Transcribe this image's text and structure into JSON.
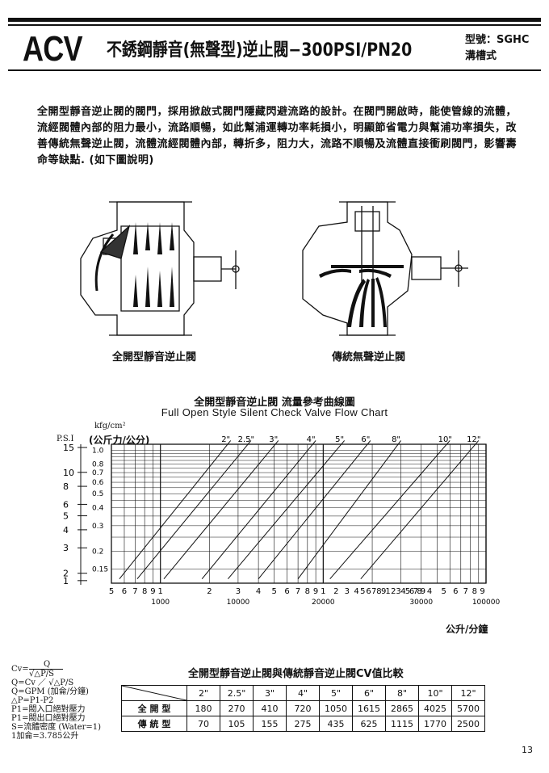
{
  "header": {
    "brand": "ACV",
    "title": "不銹鋼靜音(無聲型)逆止閥−300PSI/PN20",
    "model_line1": "型號：SGHC",
    "model_line2": "溝槽式"
  },
  "intro_text": "全開型靜音逆止閥的閥門，採用掀啟式閥門隱藏閃避流路的設計。在閥門開啟時，能使管線的流體，流經閥體內部的阻力最小，流路順暢，如此幫浦運轉功率耗損小，明顯節省電力與幫浦功率損失，改善傳統無聲逆止閥，流體流經閥體內部，轉折多，阻力大，流路不順暢及流體直接衝刷閥門，影響壽命等缺點. (如下圖說明)",
  "figures": {
    "left_caption": "全開型靜音逆止閥",
    "right_caption": "傳統無聲逆止閥"
  },
  "chart_title_cn": "全開型靜音逆止閥 流量參考曲線圖",
  "chart_data": {
    "type": "line",
    "title": "Full Open Style Silent Check Valve Flow Chart",
    "y_unit_left": "P.S.I",
    "y_unit_right": "kfg/cm²",
    "y_unit_right_cn": "(公斤力/公分)",
    "x_label": "公升/分鐘",
    "psi_ticks": [
      "15",
      "10",
      "8",
      "6",
      "5",
      "4",
      "3",
      "2",
      "1"
    ],
    "psi_values": [
      15,
      10,
      8,
      6,
      5,
      4,
      3,
      2,
      1
    ],
    "kgf_ticks": [
      "1.0",
      "0.8",
      "0.7",
      "0.6",
      "0.5",
      "0.4",
      "0.3",
      "0.2",
      "0.15"
    ],
    "kgf_values": [
      1.0,
      0.8,
      0.7,
      0.6,
      0.5,
      0.4,
      0.3,
      0.2,
      0.15
    ],
    "x_minor_labels": [
      "5",
      "6",
      "7",
      "8",
      "9",
      "1",
      "2",
      "3",
      "4",
      "5",
      "6",
      "7",
      "8",
      "9",
      "1",
      "2",
      "3",
      "4",
      "5",
      "6",
      "7",
      "8",
      "9",
      "1",
      "2",
      "3",
      "4",
      "5",
      "6",
      "7",
      "8",
      "9",
      "4",
      "5",
      "6",
      "7",
      "8",
      "9"
    ],
    "x_major_labels": [
      "1000",
      "10000",
      "20000",
      "30000",
      "100000"
    ],
    "x_major_values": [
      1000,
      10000,
      20000,
      30000,
      100000
    ],
    "series": [
      {
        "name": "2\"",
        "x_at_015": 560,
        "x_at_10": 2700
      },
      {
        "name": "2.5\"",
        "x_at_015": 720,
        "x_at_10": 3600
      },
      {
        "name": "3\"",
        "x_at_015": 1050,
        "x_at_10": 5300
      },
      {
        "name": "4\"",
        "x_at_015": 1800,
        "x_at_10": 9000
      },
      {
        "name": "5\"",
        "x_at_015": 2600,
        "x_at_10": 13500
      },
      {
        "name": "6\"",
        "x_at_015": 4000,
        "x_at_10": 19500
      },
      {
        "name": "8\"",
        "x_at_015": 7000,
        "x_at_10": 30000
      },
      {
        "name": "10\"",
        "x_at_015": 11000,
        "x_at_10": 60000
      },
      {
        "name": "12\"",
        "x_at_015": 17000,
        "x_at_10": 90000
      }
    ]
  },
  "formula": {
    "line1a": "Cv=",
    "line1_num": "Q",
    "line1_den": "√△P/S",
    "line2": "Q=Cv ／ √△P/S",
    "line3": "Q=GPM (加侖/分鐘)",
    "line4": "△P=P1-P2",
    "line5": "P1=閥入口絕對壓力",
    "line6": "P1=閥出口絕對壓力",
    "line7": "S=流體密度 (Water=1)",
    "line8": "1加侖=3.785公升"
  },
  "cv_table": {
    "title": "全開型靜音逆止閥與傳統靜音逆止閥CV值比較",
    "sizes": [
      "2\"",
      "2.5\"",
      "3\"",
      "4\"",
      "5\"",
      "6\"",
      "8\"",
      "10\"",
      "12\""
    ],
    "rows": [
      {
        "label": "全 開 型",
        "values": [
          "180",
          "270",
          "410",
          "720",
          "1050",
          "1615",
          "2865",
          "4025",
          "5700"
        ]
      },
      {
        "label": "傳 統 型",
        "values": [
          "70",
          "105",
          "155",
          "275",
          "435",
          "625",
          "1115",
          "1770",
          "2500"
        ]
      }
    ]
  },
  "page_number": "13"
}
